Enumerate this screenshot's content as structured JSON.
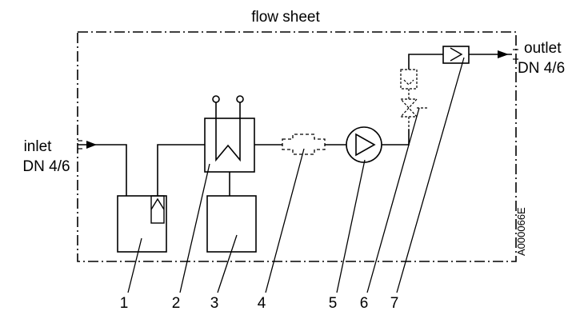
{
  "title": "flow sheet",
  "inlet": {
    "line1": "inlet",
    "line2": "DN 4/6"
  },
  "outlet": {
    "line1": "outlet",
    "line2": "DN 4/6"
  },
  "drawing_code": "A000066E",
  "callouts": [
    "1",
    "2",
    "3",
    "4",
    "5",
    "6",
    "7"
  ]
}
